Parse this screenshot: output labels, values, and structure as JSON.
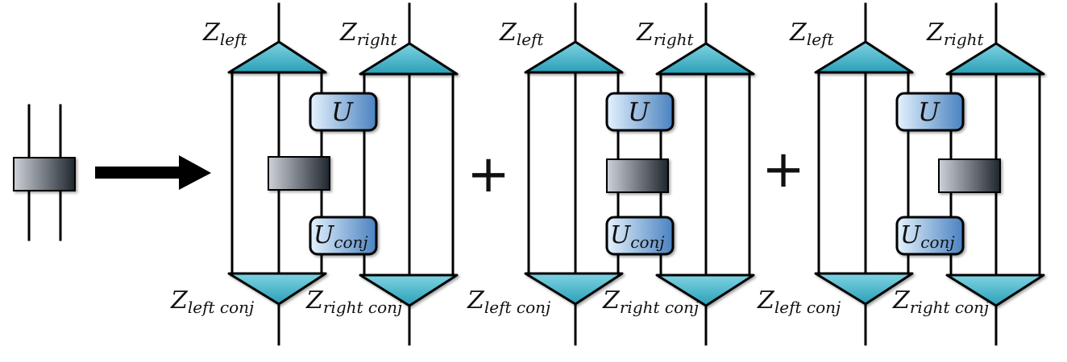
{
  "colors": {
    "triangle": "#3fb3c8",
    "unitary_light": "#d6ecfb",
    "unitary_dark": "#4f86c2",
    "gate_light": "#c7ccd3",
    "gate_dark": "#232a33",
    "wire": "#000000"
  },
  "operator": {
    "plus": "+"
  },
  "diagram": {
    "input_gate": {
      "icon": "two-site-gate"
    },
    "arrow": {
      "icon": "right-arrow-icon"
    },
    "terms": [
      {
        "z_left": {
          "base": "Z",
          "sub": "left"
        },
        "z_right": {
          "base": "Z",
          "sub": "right"
        },
        "z_left_conj": {
          "base": "Z",
          "sub": "left conj"
        },
        "z_right_conj": {
          "base": "Z",
          "sub": "right conj"
        },
        "u": {
          "base": "U",
          "sub": ""
        },
        "u_conj": {
          "base": "U",
          "sub": "conj"
        }
      },
      {
        "z_left": {
          "base": "Z",
          "sub": "left"
        },
        "z_right": {
          "base": "Z",
          "sub": "right"
        },
        "z_left_conj": {
          "base": "Z",
          "sub": "left conj"
        },
        "z_right_conj": {
          "base": "Z",
          "sub": "right conj"
        },
        "u": {
          "base": "U",
          "sub": ""
        },
        "u_conj": {
          "base": "U",
          "sub": "conj"
        }
      },
      {
        "z_left": {
          "base": "Z",
          "sub": "left"
        },
        "z_right": {
          "base": "Z",
          "sub": "right"
        },
        "z_left_conj": {
          "base": "Z",
          "sub": "left conj"
        },
        "z_right_conj": {
          "base": "Z",
          "sub": "right conj"
        },
        "u": {
          "base": "U",
          "sub": ""
        },
        "u_conj": {
          "base": "U",
          "sub": "conj"
        }
      }
    ]
  }
}
